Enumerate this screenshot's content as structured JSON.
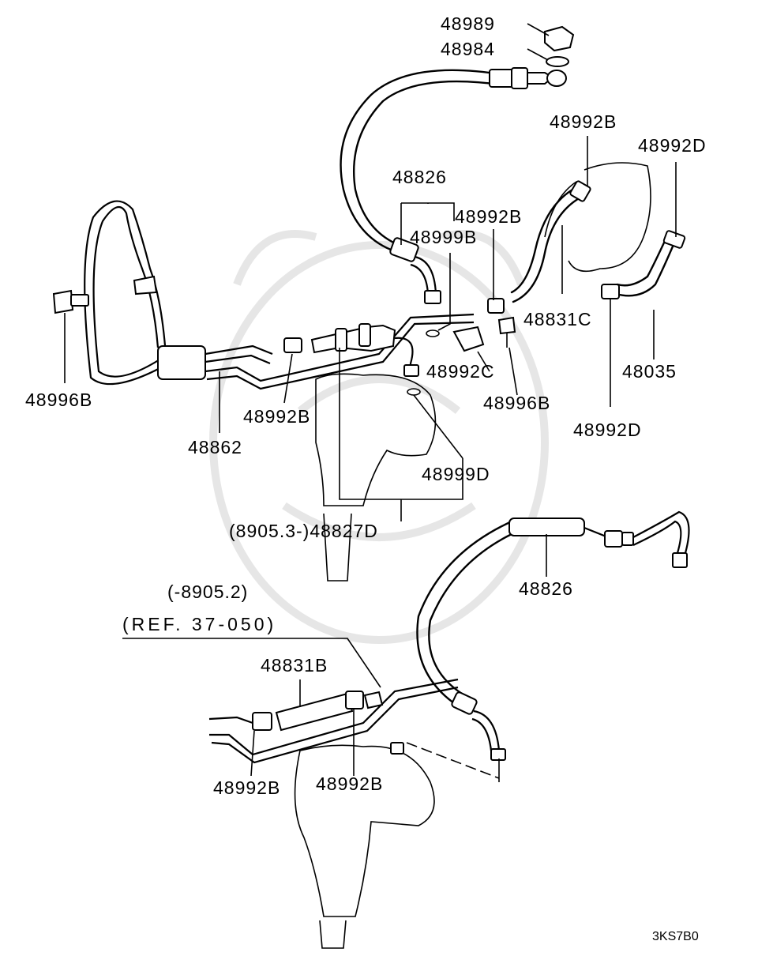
{
  "labels": {
    "p48989": "48989",
    "p48984": "48984",
    "p48992B_top": "48992B",
    "p48992D_top": "48992D",
    "p48826_top": "48826",
    "p48992B_mid": "48992B",
    "p48999B": "48999B",
    "p48831C": "48831C",
    "p48035": "48035",
    "p48996B_left": "48996B",
    "p48992C": "48992C",
    "p48996B_right": "48996B",
    "p48992D_bottom": "48992D",
    "p48992B_left": "48992B",
    "p48862": "48862",
    "p48999D": "48999D",
    "p48827D": "(8905.3-)48827D",
    "p48826_bottom": "48826",
    "range": "(-8905.2)",
    "ref": "(REF. 37-050)",
    "p48831B": "48831B",
    "p48992B_low1": "48992B",
    "p48992B_low2": "48992B"
  },
  "diagram_code": "3KS7B0"
}
